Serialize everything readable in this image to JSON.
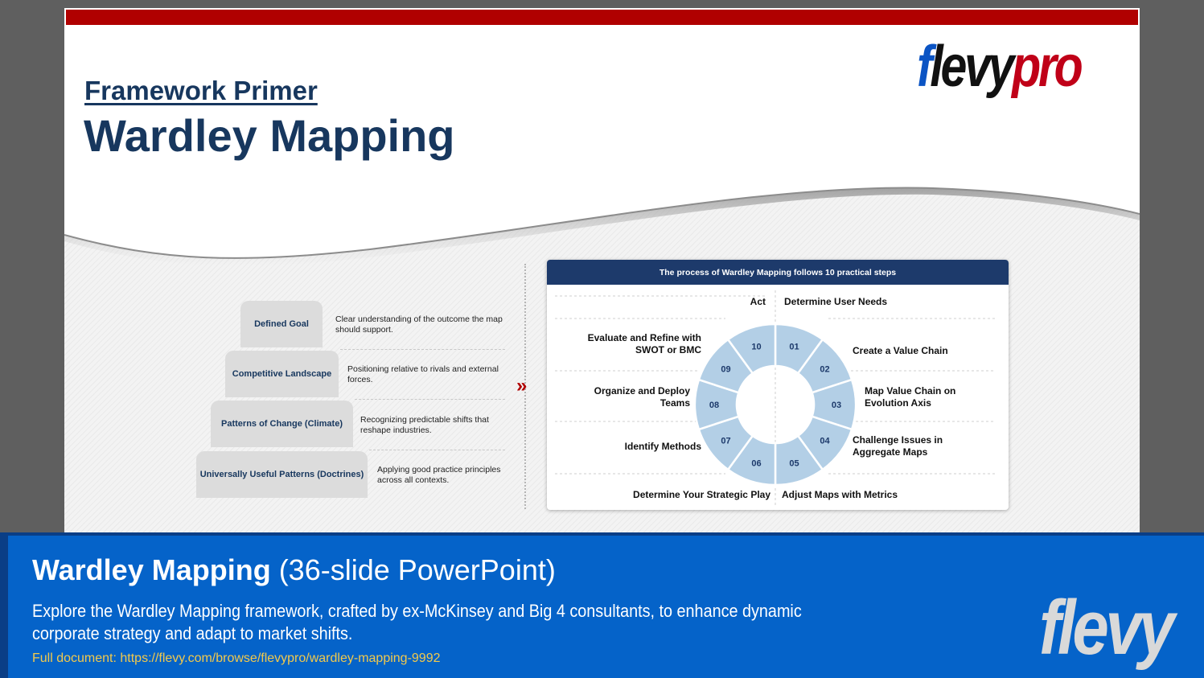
{
  "slide": {
    "primer": "Framework Primer",
    "title": "Wardley Mapping",
    "logo": {
      "part1": "f",
      "part2": "levy",
      "part3": "pro"
    },
    "pyramid": [
      {
        "label": "Defined Goal",
        "desc": "Clear understanding of the outcome the map should support."
      },
      {
        "label": "Competitive Landscape",
        "desc": "Positioning relative to rivals and external forces."
      },
      {
        "label": "Patterns of Change (Climate)",
        "desc": "Recognizing predictable shifts that reshape industries."
      },
      {
        "label": "Universally Useful Patterns (Doctrines)",
        "desc": "Applying good practice principles across all contexts."
      }
    ],
    "chevron": "»",
    "process": {
      "header": "The process of Wardley Mapping follows 10 practical steps",
      "steps": [
        {
          "num": "01",
          "label": "Determine User Needs"
        },
        {
          "num": "02",
          "label": "Create a Value Chain"
        },
        {
          "num": "03",
          "label": "Map Value Chain on Evolution Axis"
        },
        {
          "num": "04",
          "label": "Challenge Issues in Aggregate Maps"
        },
        {
          "num": "05",
          "label": "Adjust Maps with Metrics"
        },
        {
          "num": "06",
          "label": "Determine Your Strategic Play"
        },
        {
          "num": "07",
          "label": "Identify Methods"
        },
        {
          "num": "08",
          "label": "Organize and Deploy Teams"
        },
        {
          "num": "09",
          "label": "Evaluate and Refine with SWOT or BMC"
        },
        {
          "num": "10",
          "label": "Act"
        }
      ]
    }
  },
  "banner": {
    "title_bold": "Wardley Mapping",
    "title_rest": " (36-slide PowerPoint)",
    "description": "Explore the Wardley Mapping framework, crafted by ex-McKinsey and Big 4 consultants, to enhance dynamic corporate strategy and adapt to market shifts.",
    "link": "Full document: https://flevy.com/browse/flevypro/wardley-mapping-9992",
    "logo": "flevy"
  },
  "colors": {
    "navy": "#17375e",
    "red": "#b00000",
    "segment": "#b3cfe6",
    "banner": "#0563c9",
    "link": "#f2c94c"
  }
}
